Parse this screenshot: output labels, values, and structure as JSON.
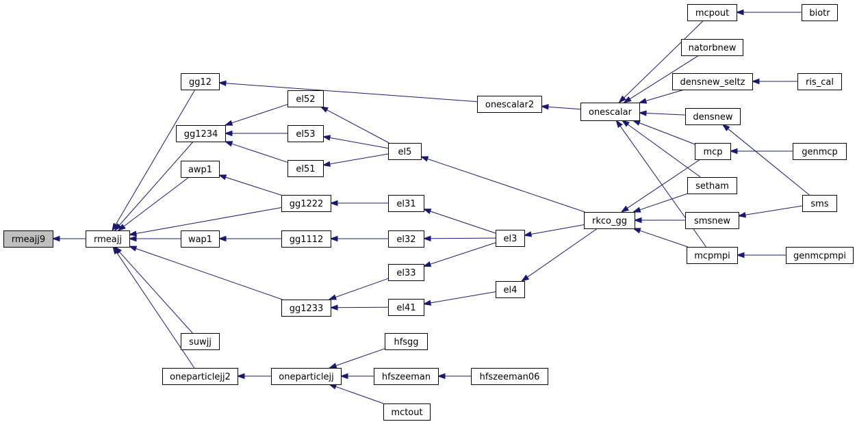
{
  "graph": {
    "colors": {
      "edge": "#191970",
      "node_fill": "#ffffff",
      "root_fill": "#bfbfbf",
      "border": "#000000"
    },
    "nodes": [
      {
        "id": "rmeajj9",
        "label": "rmeajj9",
        "root": true
      },
      {
        "id": "rmeajj",
        "label": "rmeajj"
      },
      {
        "id": "gg12",
        "label": "gg12"
      },
      {
        "id": "gg1234",
        "label": "gg1234"
      },
      {
        "id": "awp1",
        "label": "awp1"
      },
      {
        "id": "wap1",
        "label": "wap1"
      },
      {
        "id": "suwjj",
        "label": "suwjj"
      },
      {
        "id": "oneparticlejj2",
        "label": "oneparticlejj2"
      },
      {
        "id": "el52",
        "label": "el52"
      },
      {
        "id": "el53",
        "label": "el53"
      },
      {
        "id": "el51",
        "label": "el51"
      },
      {
        "id": "gg1222",
        "label": "gg1222"
      },
      {
        "id": "gg1112",
        "label": "gg1112"
      },
      {
        "id": "gg1233",
        "label": "gg1233"
      },
      {
        "id": "oneparticlejj",
        "label": "oneparticlejj"
      },
      {
        "id": "el5",
        "label": "el5"
      },
      {
        "id": "el31",
        "label": "el31"
      },
      {
        "id": "el32",
        "label": "el32"
      },
      {
        "id": "el33",
        "label": "el33"
      },
      {
        "id": "el41",
        "label": "el41"
      },
      {
        "id": "hfsgg",
        "label": "hfsgg"
      },
      {
        "id": "hfszeeman",
        "label": "hfszeeman"
      },
      {
        "id": "mctout",
        "label": "mctout"
      },
      {
        "id": "onescalar2",
        "label": "onescalar2"
      },
      {
        "id": "el3",
        "label": "el3"
      },
      {
        "id": "el4",
        "label": "el4"
      },
      {
        "id": "hfszeeman06",
        "label": "hfszeeman06"
      },
      {
        "id": "onescalar",
        "label": "onescalar"
      },
      {
        "id": "rkco_gg",
        "label": "rkco_gg"
      },
      {
        "id": "mcpout",
        "label": "mcpout"
      },
      {
        "id": "natorbnew",
        "label": "natorbnew"
      },
      {
        "id": "densnew_seltz",
        "label": "densnew_seltz"
      },
      {
        "id": "densnew",
        "label": "densnew"
      },
      {
        "id": "mcp",
        "label": "mcp"
      },
      {
        "id": "setham",
        "label": "setham"
      },
      {
        "id": "smsnew",
        "label": "smsnew"
      },
      {
        "id": "mcpmpi",
        "label": "mcpmpi"
      },
      {
        "id": "biotr",
        "label": "biotr"
      },
      {
        "id": "ris_cal",
        "label": "ris_cal"
      },
      {
        "id": "genmcp",
        "label": "genmcp"
      },
      {
        "id": "sms",
        "label": "sms"
      },
      {
        "id": "genmcpmpi",
        "label": "genmcpmpi"
      }
    ],
    "edges": [
      {
        "from": "rmeajj",
        "to": "rmeajj9"
      },
      {
        "from": "gg12",
        "to": "rmeajj"
      },
      {
        "from": "gg1234",
        "to": "rmeajj"
      },
      {
        "from": "awp1",
        "to": "rmeajj"
      },
      {
        "from": "gg1222",
        "to": "rmeajj"
      },
      {
        "from": "wap1",
        "to": "rmeajj"
      },
      {
        "from": "gg1112",
        "to": "rmeajj"
      },
      {
        "from": "gg1233",
        "to": "rmeajj"
      },
      {
        "from": "suwjj",
        "to": "rmeajj"
      },
      {
        "from": "oneparticlejj2",
        "to": "rmeajj"
      },
      {
        "from": "el52",
        "to": "gg1234"
      },
      {
        "from": "el53",
        "to": "gg1234"
      },
      {
        "from": "el51",
        "to": "gg1234"
      },
      {
        "from": "gg1222",
        "to": "awp1"
      },
      {
        "from": "gg1112",
        "to": "wap1"
      },
      {
        "from": "oneparticlejj",
        "to": "oneparticlejj2"
      },
      {
        "from": "el5",
        "to": "el52"
      },
      {
        "from": "el5",
        "to": "el53"
      },
      {
        "from": "el5",
        "to": "el51"
      },
      {
        "from": "el31",
        "to": "gg1222"
      },
      {
        "from": "el32",
        "to": "gg1112"
      },
      {
        "from": "el33",
        "to": "gg1233"
      },
      {
        "from": "el41",
        "to": "gg1233"
      },
      {
        "from": "hfsgg",
        "to": "oneparticlejj"
      },
      {
        "from": "hfszeeman",
        "to": "oneparticlejj"
      },
      {
        "from": "mctout",
        "to": "oneparticlejj"
      },
      {
        "from": "onescalar2",
        "to": "gg12"
      },
      {
        "from": "rkco_gg",
        "to": "el5"
      },
      {
        "from": "el3",
        "to": "el31"
      },
      {
        "from": "el3",
        "to": "el32"
      },
      {
        "from": "el3",
        "to": "el33"
      },
      {
        "from": "el4",
        "to": "el41"
      },
      {
        "from": "hfszeeman06",
        "to": "hfszeeman"
      },
      {
        "from": "onescalar",
        "to": "onescalar2"
      },
      {
        "from": "rkco_gg",
        "to": "el3"
      },
      {
        "from": "rkco_gg",
        "to": "el4"
      },
      {
        "from": "mcpout",
        "to": "onescalar"
      },
      {
        "from": "natorbnew",
        "to": "onescalar"
      },
      {
        "from": "densnew_seltz",
        "to": "onescalar"
      },
      {
        "from": "densnew",
        "to": "onescalar"
      },
      {
        "from": "mcp",
        "to": "onescalar"
      },
      {
        "from": "setham",
        "to": "onescalar"
      },
      {
        "from": "mcpmpi",
        "to": "onescalar"
      },
      {
        "from": "mcp",
        "to": "rkco_gg"
      },
      {
        "from": "setham",
        "to": "rkco_gg"
      },
      {
        "from": "smsnew",
        "to": "rkco_gg"
      },
      {
        "from": "mcpmpi",
        "to": "rkco_gg"
      },
      {
        "from": "biotr",
        "to": "mcpout"
      },
      {
        "from": "ris_cal",
        "to": "densnew_seltz"
      },
      {
        "from": "genmcp",
        "to": "mcp"
      },
      {
        "from": "sms",
        "to": "densnew"
      },
      {
        "from": "sms",
        "to": "smsnew"
      },
      {
        "from": "genmcpmpi",
        "to": "mcpmpi"
      }
    ]
  }
}
